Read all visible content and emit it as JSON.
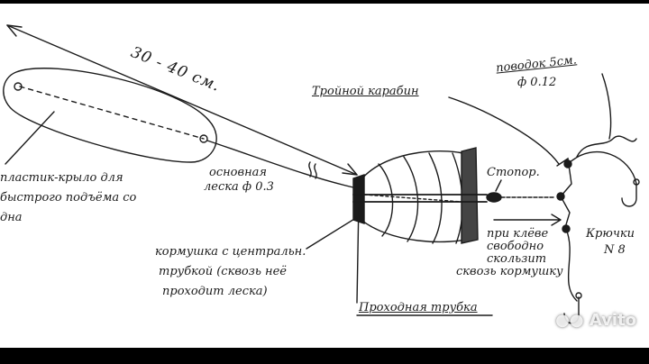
{
  "labels": {
    "distance": "30 - 40 см.",
    "wing_line1": "пластик-крыло для",
    "wing_line2": "быстрого подъёма со",
    "wing_line3": "дна",
    "main_line1": "основная",
    "main_line2": "леска ф 0.3",
    "swivel": "Тройной карабин",
    "leader1": "поводок 5см.",
    "leader2": "ф 0.12",
    "stopper": "Стопор.",
    "feeder1": "кормушка с центральн.",
    "feeder2": "трубкой (сквозь неё",
    "feeder3": "проходит леска)",
    "tube": "Проходная трубка",
    "slide1": "при клёве",
    "slide2": "свободно",
    "slide3": "скользит",
    "slide4": "сквозь кормушку",
    "hooks1": "Крючки",
    "hooks2": "N 8"
  },
  "watermark": "Avito",
  "colors": {
    "ink": "#1b1b1b",
    "paper": "#ffffff",
    "frame": "#000000"
  }
}
